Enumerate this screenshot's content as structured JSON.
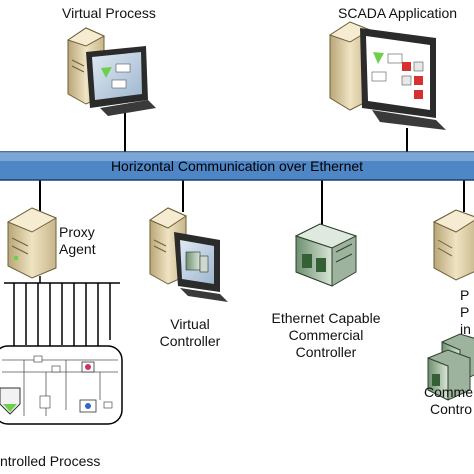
{
  "labels": {
    "virtual_process": "Virtual Process",
    "scada": "SCADA Application",
    "bus": "Horizontal Communication over Ethernet",
    "proxy_line1": "Proxy",
    "proxy_line2": "Agent",
    "virtual_controller_line1": "Virtual",
    "virtual_controller_line2": "Controller",
    "eth_line1": "Ethernet Capable",
    "eth_line2": "Commercial",
    "eth_line3": "Controller",
    "right_p1": "P",
    "right_p2": "P",
    "right_p3": "in",
    "right_comm1": "Comme",
    "right_comm2": "Contro",
    "controlled_process": "ntrolled Process"
  },
  "colors": {
    "bus_fill": "#4f86c6",
    "bus_text": "#000000",
    "server": "#e8d9b0",
    "monitor_frame": "#2b2b2b"
  },
  "icons": [
    "server-icon",
    "monitor-icon",
    "plc-module-icon",
    "process-plant-icon"
  ]
}
